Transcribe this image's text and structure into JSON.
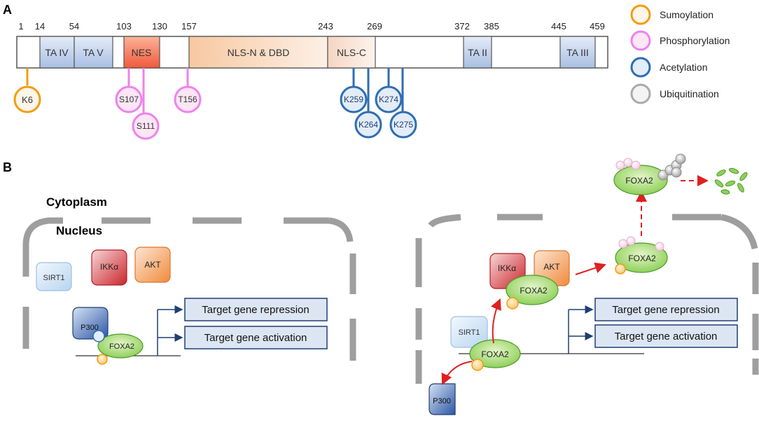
{
  "panels": {
    "a": "A",
    "b": "B"
  },
  "positions": [
    "1",
    "14",
    "54",
    "103",
    "130",
    "157",
    "243",
    "269",
    "372",
    "385",
    "445",
    "459"
  ],
  "domains": [
    {
      "label": "TA IV"
    },
    {
      "label": "TA V"
    },
    {
      "label": "NES"
    },
    {
      "label": "NLS-N & DBD"
    },
    {
      "label": "NLS-C"
    },
    {
      "label": "TA II"
    },
    {
      "label": "TA III"
    }
  ],
  "sites": [
    "K6",
    "S107",
    "S111",
    "T156",
    "K259",
    "K264",
    "K274",
    "K275"
  ],
  "legend": [
    {
      "label": "Sumoylation",
      "color": "#f39c12"
    },
    {
      "label": "Phosphorylation",
      "color": "#ee82ee"
    },
    {
      "label": "Acetylation",
      "color": "#2e6db4"
    },
    {
      "label": "Ubiquitination",
      "color": "#aaaaaa"
    }
  ],
  "compartments": {
    "cytoplasm": "Cytoplasm",
    "nucleus": "Nucleus"
  },
  "left": {
    "sirt1": "SIRT1",
    "ikka": "IKKα",
    "akt": "AKT",
    "p300": "P300",
    "foxa2": "FOXA2",
    "repression": "Target gene repression",
    "activation": "Target gene activation"
  },
  "right": {
    "ikka": "IKKα",
    "akt": "AKT",
    "foxa2_kinase": "FOXA2",
    "sirt1": "SIRT1",
    "foxa2_dna": "FOXA2",
    "p300": "P300",
    "foxa2_exported": "FOXA2",
    "foxa2_ubiquitinated": "FOXA2",
    "repression": "Target gene repression",
    "activation": "Target gene activation"
  }
}
